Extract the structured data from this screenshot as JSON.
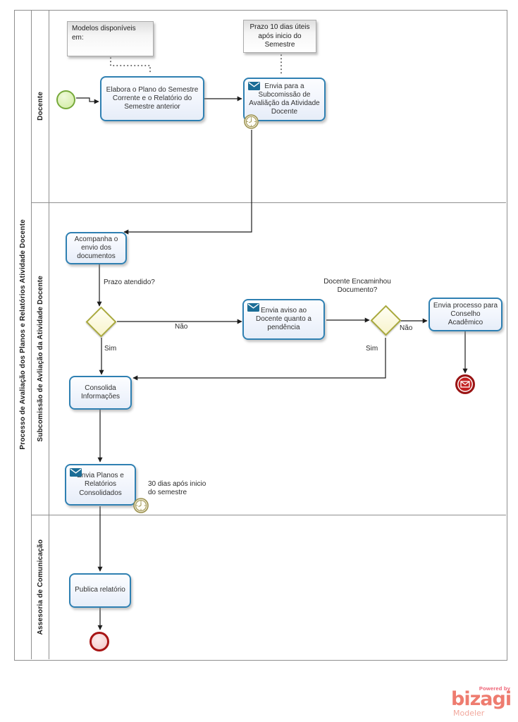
{
  "pool": {
    "title": "Processo de Avaliação dos Planos e Relatórios Atividade Docente",
    "lanes": [
      {
        "label": "Docente"
      },
      {
        "label": "Subcomissão de Avliação da Atividade Docente"
      },
      {
        "label": "Assesoria de Comunicação"
      }
    ]
  },
  "annotations": [
    {
      "text": "Modelos  disponíveis em:"
    },
    {
      "text": "Prazo 10 dias úteis após inicio do Semestre"
    },
    {
      "text": "30 dias após inicio do semestre"
    }
  ],
  "tasks": {
    "elabora": "Elabora o Plano do Semestre Corrente e o Relatório do Semestre anterior",
    "envia_subcomissao": "Envia para a Subcomissão de Avaliãção da Atividade Docente",
    "acompanha": "Acompanha o envio dos documentos",
    "envia_aviso": "Envia aviso ao Docente  quanto a pendência",
    "envia_conselho": "Envia processo para Conselho Acadêmico",
    "consolida": "Consolida Informações",
    "envia_planos": "Envia Planos e Relatórios Consolidados",
    "publica": "Publica relatório"
  },
  "gateways": {
    "prazo": {
      "question": "Prazo atendido?",
      "yes": "Sim",
      "no": "Não"
    },
    "encaminhou": {
      "question": "Docente Encaminhou Documento?",
      "yes": "Sim",
      "no": "Não"
    }
  },
  "icons": {
    "message": "envelope-icon",
    "timer": "clock-icon",
    "message_end": "envelope-end-icon"
  },
  "colors": {
    "task_border": "#2f80b2",
    "message_fill": "#1b6d96",
    "gateway_border": "#a9a93c",
    "start_border": "#76a93a",
    "end_border": "#a81414",
    "timer_ring": "#9b9150",
    "brand_coral": "#ee7c6f"
  },
  "branding": {
    "powered_by": "Powered by",
    "brand": "bizagi",
    "product": "Modeler"
  }
}
